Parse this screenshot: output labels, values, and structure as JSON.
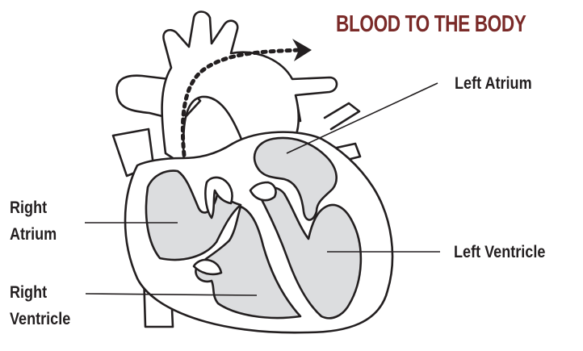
{
  "title": {
    "text": "BLOOD TO THE BODY",
    "color": "#7a2a28"
  },
  "labels": {
    "left_atrium": "Left Atrium",
    "left_ventricle": "Left Ventricle",
    "right_atrium_line1": "Right",
    "right_atrium_line2": "Atrium",
    "right_ventricle_line1": "Right",
    "right_ventricle_line2": "Ventricle"
  },
  "colors": {
    "outline": "#231f20",
    "chamber_fill": "#dcdddf",
    "label_text": "#231f20",
    "arrow": "#231f20"
  }
}
